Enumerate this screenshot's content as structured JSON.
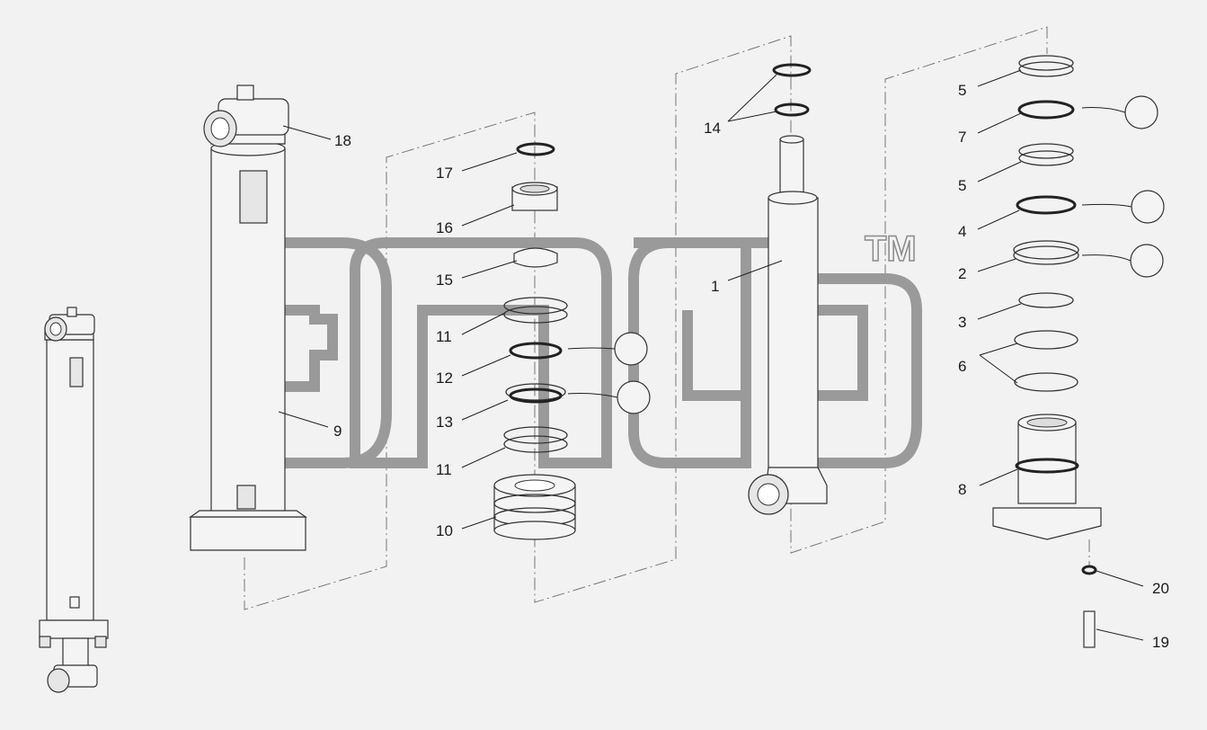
{
  "watermark": {
    "trademark": "TM"
  },
  "callouts": [
    {
      "id": "c1",
      "text": "1"
    },
    {
      "id": "c2",
      "text": "2"
    },
    {
      "id": "c3",
      "text": "3"
    },
    {
      "id": "c4",
      "text": "4"
    },
    {
      "id": "c5a",
      "text": "5"
    },
    {
      "id": "c5b",
      "text": "5"
    },
    {
      "id": "c6",
      "text": "6"
    },
    {
      "id": "c7",
      "text": "7"
    },
    {
      "id": "c8",
      "text": "8"
    },
    {
      "id": "c9",
      "text": "9"
    },
    {
      "id": "c10",
      "text": "10"
    },
    {
      "id": "c11a",
      "text": "11"
    },
    {
      "id": "c11b",
      "text": "11"
    },
    {
      "id": "c12",
      "text": "12"
    },
    {
      "id": "c13",
      "text": "13"
    },
    {
      "id": "c14",
      "text": "14"
    },
    {
      "id": "c15",
      "text": "15"
    },
    {
      "id": "c16",
      "text": "16"
    },
    {
      "id": "c17",
      "text": "17"
    },
    {
      "id": "c18",
      "text": "18"
    },
    {
      "id": "c19",
      "text": "19"
    },
    {
      "id": "c20",
      "text": "20"
    }
  ]
}
